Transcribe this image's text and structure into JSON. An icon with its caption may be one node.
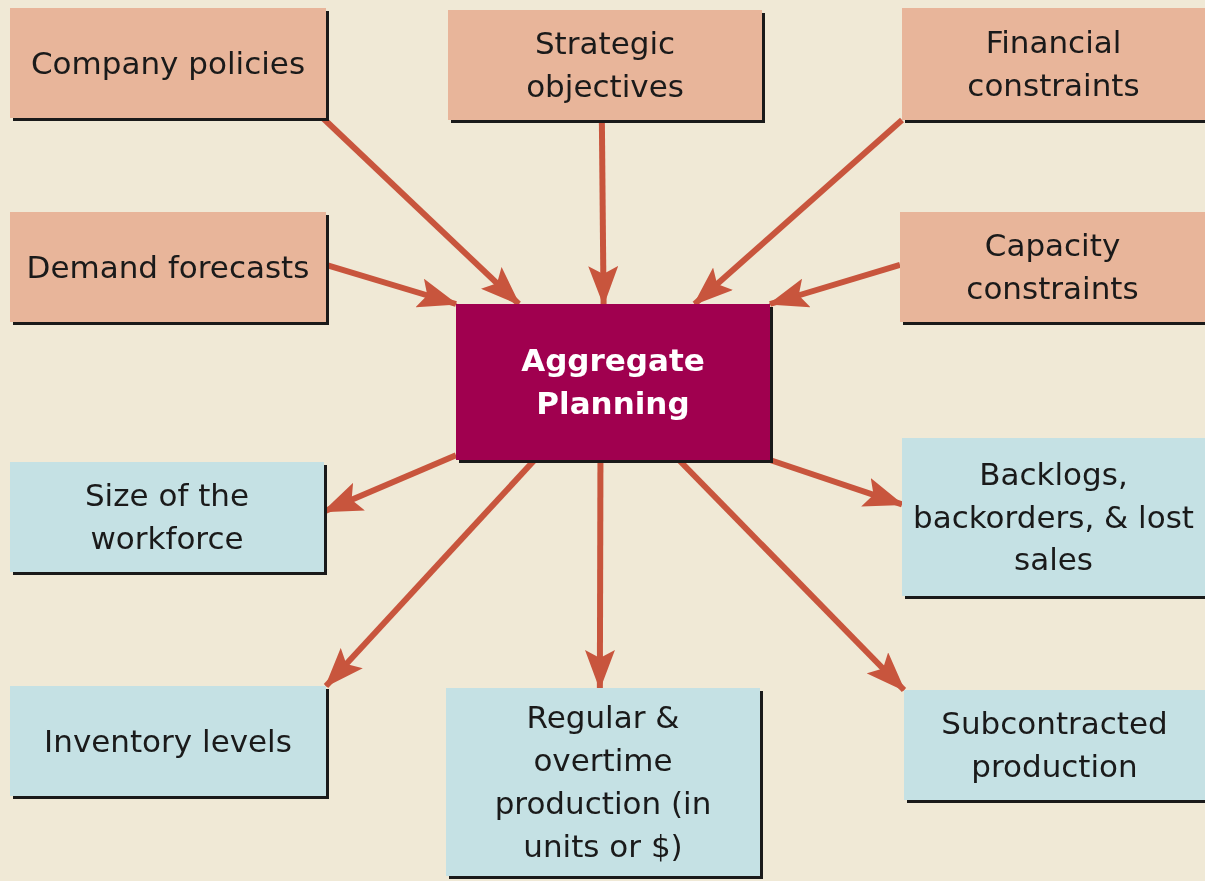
{
  "diagram": {
    "nodes": [
      {
        "text": [
          "Company policies"
        ]
      },
      {
        "text": [
          "Strategic objectives"
        ]
      },
      {
        "text": [
          "Financial constraints"
        ]
      },
      {
        "text": [
          "Demand forecasts"
        ]
      },
      {
        "text": [
          "Capacity constraints"
        ]
      },
      {
        "text": [
          "Aggregate Planning"
        ]
      },
      {
        "text": [
          "Size of the workforce"
        ]
      },
      {
        "text": [
          "Backlogs, backorders, & lost sales"
        ]
      },
      {
        "text": [
          "Inventory levels"
        ]
      },
      {
        "text": [
          "Regular & overtime production (in units or $)"
        ]
      },
      {
        "text": [
          "Subcontracted production"
        ]
      }
    ],
    "edges": [
      {
        "from": 0,
        "to": 5,
        "arrow": "to"
      },
      {
        "from": 1,
        "to": 5,
        "arrow": "to"
      },
      {
        "from": 2,
        "to": 5,
        "arrow": "to"
      },
      {
        "from": 3,
        "to": 5,
        "arrow": "to"
      },
      {
        "from": 4,
        "to": 5,
        "arrow": "to"
      },
      {
        "from": 5,
        "to": 6,
        "arrow": "to"
      },
      {
        "from": 5,
        "to": 7,
        "arrow": "to"
      },
      {
        "from": 5,
        "to": 8,
        "arrow": "to"
      },
      {
        "from": 5,
        "to": 9,
        "arrow": "to"
      },
      {
        "from": 5,
        "to": 10,
        "arrow": "to"
      }
    ]
  }
}
